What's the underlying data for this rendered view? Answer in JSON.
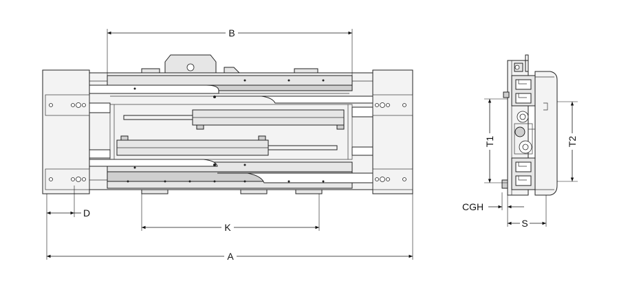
{
  "drawing": {
    "dimensions": {
      "A": "A",
      "B": "B",
      "D": "D",
      "K": "K",
      "T1": "T1",
      "T2": "T2",
      "CGH": "CGH",
      "S": "S"
    }
  }
}
